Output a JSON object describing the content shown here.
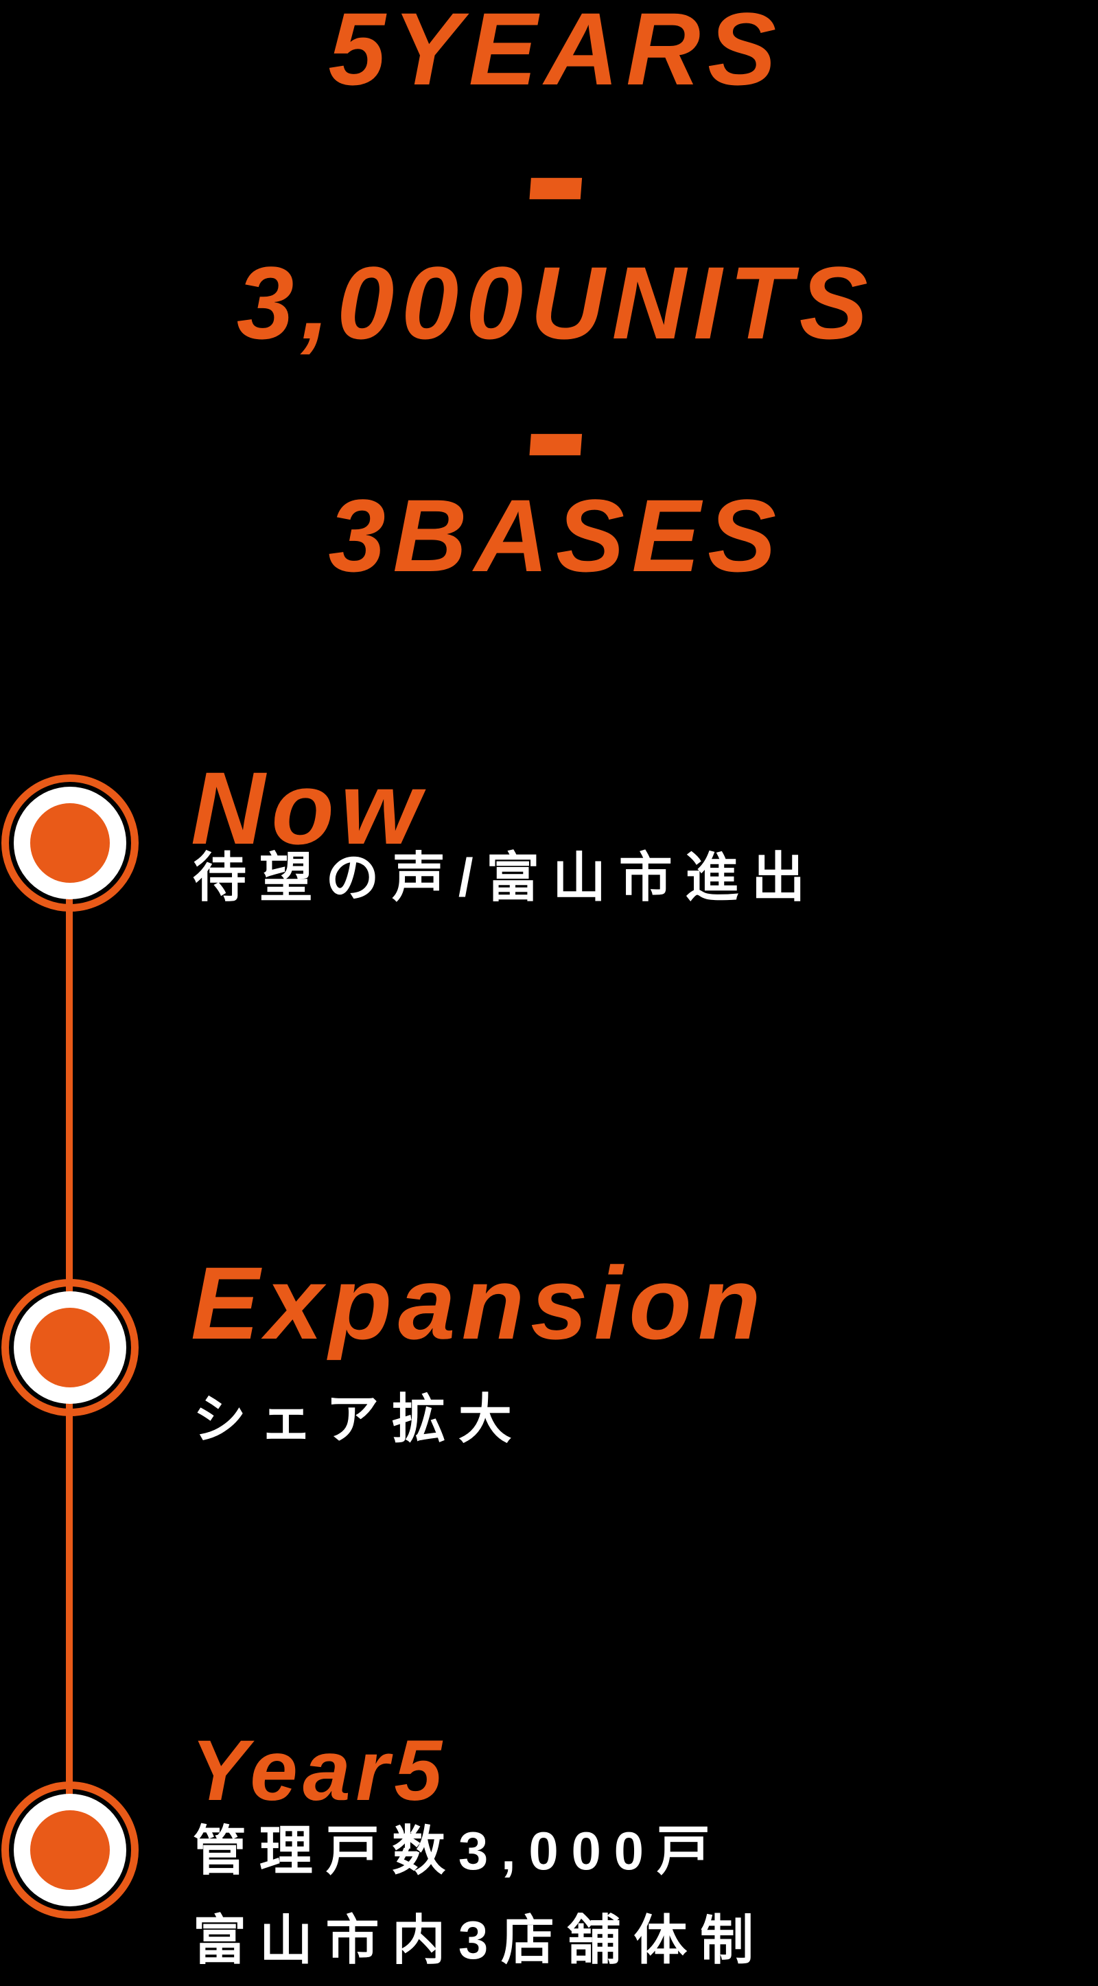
{
  "theme": {
    "background": "#000000",
    "accent": "#E95A18",
    "text_white": "#FFFFFF"
  },
  "title": {
    "line1": "5YEARS",
    "dash": "–",
    "line2": "3,000UNITS",
    "line3": "3BASES"
  },
  "timeline": {
    "items": [
      {
        "heading": "Now",
        "lines": [
          "待望の声/富山市進出"
        ]
      },
      {
        "heading": "Expansion",
        "lines": [
          "シェア拡大"
        ]
      },
      {
        "heading": "Year5",
        "lines": [
          "管理戸数3,000戸",
          "富山市内3店舗体制"
        ]
      }
    ]
  }
}
